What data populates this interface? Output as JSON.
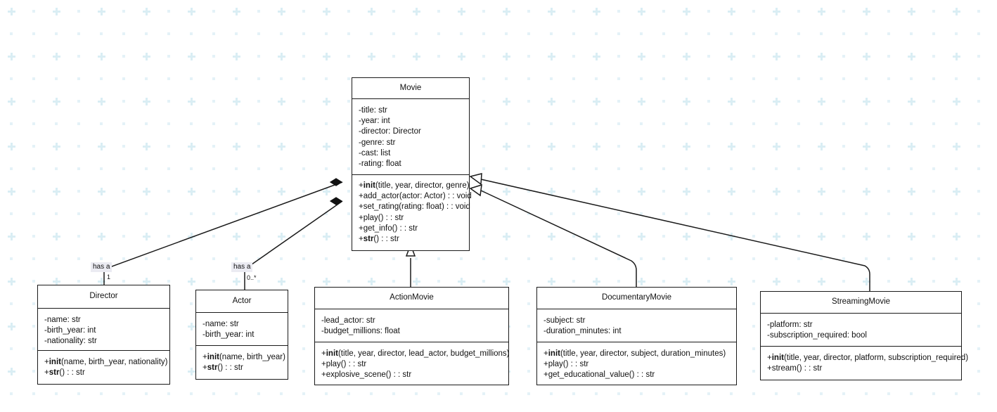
{
  "diagram": {
    "type": "uml-class-diagram",
    "background": {
      "pattern": "plus-and-dot-grid",
      "pattern_color": "#d9eef3",
      "page_color": "#ffffff"
    },
    "line_color": "#1a1a1a",
    "label_background": "#ebebf2"
  },
  "classes": [
    {
      "id": "movie",
      "name": "Movie",
      "attributes": [
        "-title: str",
        "-year: int",
        "-director: Director",
        "-genre: str",
        "-cast: list",
        "-rating: float"
      ],
      "methods": [
        {
          "pre": "+",
          "bold": "init",
          "post": "(title, year, director, genre)"
        },
        {
          "pre": "+add_actor(actor: Actor) : : void",
          "bold": "",
          "post": ""
        },
        {
          "pre": "+set_rating(rating: float) : : void",
          "bold": "",
          "post": ""
        },
        {
          "pre": "+play() : : str",
          "bold": "",
          "post": ""
        },
        {
          "pre": "+get_info() : : str",
          "bold": "",
          "post": ""
        },
        {
          "pre": "+",
          "bold": "str",
          "post": "() : : str"
        }
      ]
    },
    {
      "id": "director",
      "name": "Director",
      "attributes": [
        "-name: str",
        "-birth_year: int",
        "-nationality: str"
      ],
      "methods": [
        {
          "pre": "+",
          "bold": "init",
          "post": "(name, birth_year, nationality)"
        },
        {
          "pre": "+",
          "bold": "str",
          "post": "() : : str"
        }
      ]
    },
    {
      "id": "actor",
      "name": "Actor",
      "attributes": [
        "-name: str",
        "-birth_year: int"
      ],
      "methods": [
        {
          "pre": "+",
          "bold": "init",
          "post": "(name, birth_year)"
        },
        {
          "pre": "+",
          "bold": "str",
          "post": "() : : str"
        }
      ]
    },
    {
      "id": "actionmovie",
      "name": "ActionMovie",
      "attributes": [
        "-lead_actor: str",
        "-budget_millions: float"
      ],
      "methods": [
        {
          "pre": "+",
          "bold": "init",
          "post": "(title, year, director, lead_actor, budget_millions)"
        },
        {
          "pre": "+play() : : str",
          "bold": "",
          "post": ""
        },
        {
          "pre": "+explosive_scene() : : str",
          "bold": "",
          "post": ""
        }
      ]
    },
    {
      "id": "documentarymovie",
      "name": "DocumentaryMovie",
      "attributes": [
        "-subject: str",
        "-duration_minutes: int"
      ],
      "methods": [
        {
          "pre": "+",
          "bold": "init",
          "post": "(title, year, director, subject, duration_minutes)"
        },
        {
          "pre": "+play() : : str",
          "bold": "",
          "post": ""
        },
        {
          "pre": "+get_educational_value() : : str",
          "bold": "",
          "post": ""
        }
      ]
    },
    {
      "id": "streamingmovie",
      "name": "StreamingMovie",
      "attributes": [
        "-platform: str",
        "-subscription_required: bool"
      ],
      "methods": [
        {
          "pre": "+",
          "bold": "init",
          "post": "(title, year, director, platform, subscription_required)"
        },
        {
          "pre": "+stream() : : str",
          "bold": "",
          "post": ""
        }
      ]
    }
  ],
  "relationships": [
    {
      "id": "movie-director",
      "kind": "composition",
      "from": "Movie",
      "to": "Director",
      "label": "has a",
      "multiplicity": "1"
    },
    {
      "id": "movie-actor",
      "kind": "composition",
      "from": "Movie",
      "to": "Actor",
      "label": "has a",
      "multiplicity": "0..*"
    },
    {
      "id": "actionmovie-movie",
      "kind": "inheritance",
      "from": "ActionMovie",
      "to": "Movie",
      "label": "",
      "multiplicity": ""
    },
    {
      "id": "documentarymovie-movie",
      "kind": "inheritance",
      "from": "DocumentaryMovie",
      "to": "Movie",
      "label": "",
      "multiplicity": ""
    },
    {
      "id": "streamingmovie-movie",
      "kind": "inheritance",
      "from": "StreamingMovie",
      "to": "Movie",
      "label": "",
      "multiplicity": ""
    }
  ]
}
